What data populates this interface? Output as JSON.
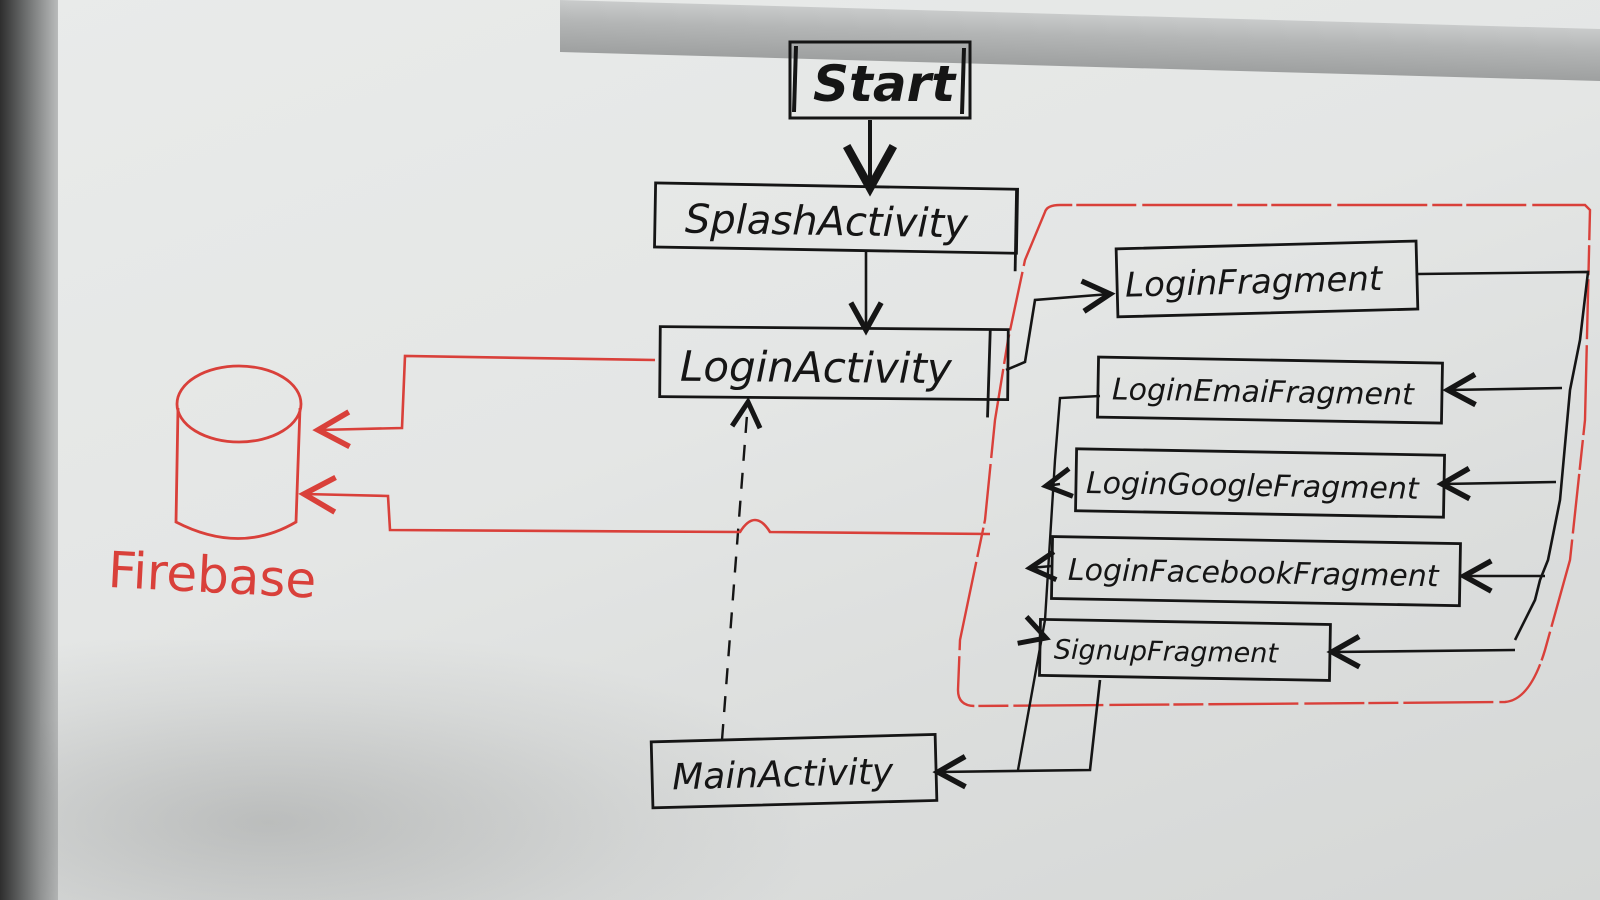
{
  "nodes": {
    "start": {
      "label": "Start"
    },
    "splash_activity": {
      "label": "SplashActivity"
    },
    "login_activity": {
      "label": "LoginActivity"
    },
    "main_activity": {
      "label": "MainActivity"
    },
    "login_fragment": {
      "label": "LoginFragment"
    },
    "login_email_fragment": {
      "label": "LoginEmaiFragment"
    },
    "login_google_fragment": {
      "label": "LoginGoogleFragment"
    },
    "login_facebook_fragment": {
      "label": "LoginFacebookFragment"
    },
    "signup_fragment": {
      "label": "SignupFragment"
    }
  },
  "database": {
    "label": "Firebase"
  },
  "colors": {
    "ink": "#151515",
    "red_ink": "#d9403a",
    "board": "#e6e8e7"
  }
}
